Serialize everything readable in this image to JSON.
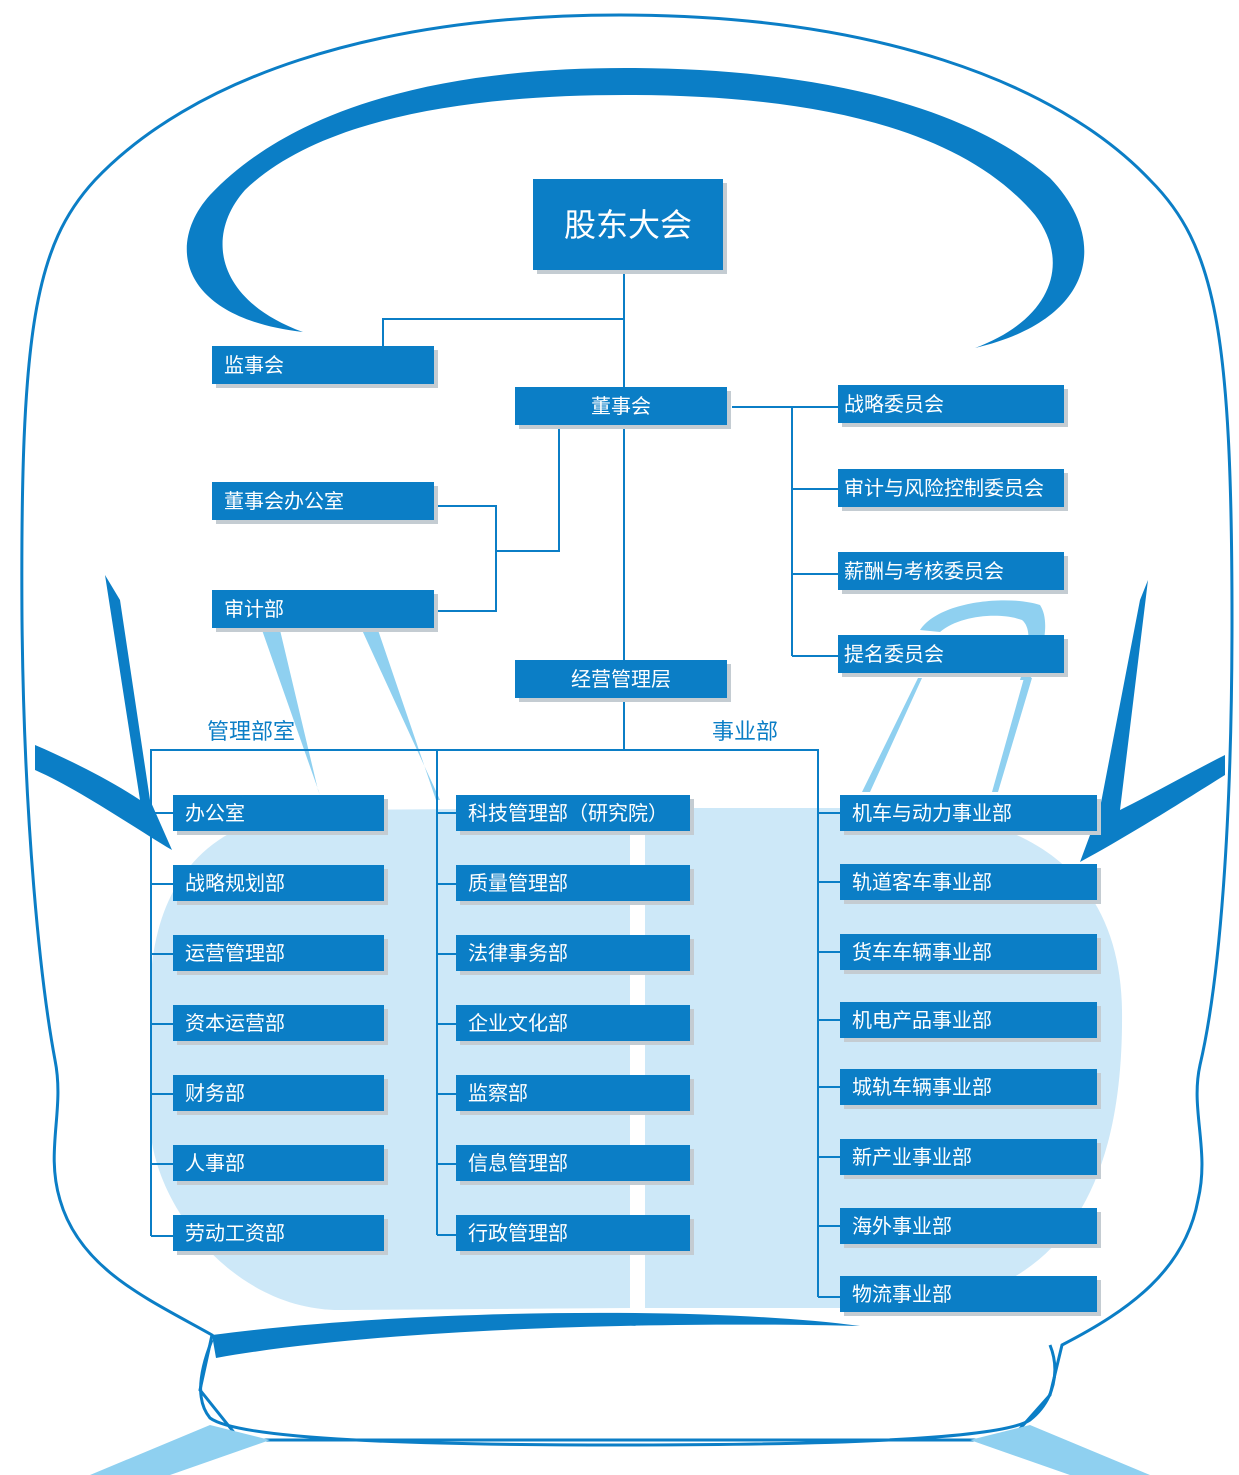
{
  "colors": {
    "primary_blue": "#0b7ec6",
    "light_blue": "#cde8f8",
    "sky_blue": "#8fd0f0",
    "shadow_gray": "#c4ccd2"
  },
  "top": {
    "shareholders": "股东大会",
    "supervisory_board": "监事会",
    "board": "董事会",
    "management": "经营管理层"
  },
  "committees": [
    "战略委员会",
    "审计与风险控制委员会",
    "薪酬与考核委员会",
    "提名委员会"
  ],
  "board_units": [
    "董事会办公室",
    "审计部"
  ],
  "groups": {
    "management_depts": "管理部室",
    "business_units": "事业部"
  },
  "management_col1": [
    "办公室",
    "战略规划部",
    "运营管理部",
    "资本运营部",
    "财务部",
    "人事部",
    "劳动工资部"
  ],
  "management_col2": [
    "科技管理部（研究院）",
    "质量管理部",
    "法律事务部",
    "企业文化部",
    "监察部",
    "信息管理部",
    "行政管理部"
  ],
  "business_col": [
    "机车与动力事业部",
    "轨道客车事业部",
    "货车车辆事业部",
    "机电产品事业部",
    "城轨车辆事业部",
    "新产业事业部",
    "海外事业部",
    "物流事业部"
  ]
}
